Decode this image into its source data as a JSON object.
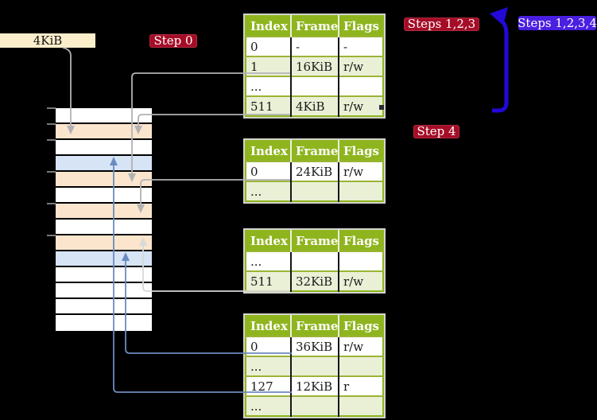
{
  "palette": {
    "background": "#000000",
    "badge_red": "#a50d27",
    "badge_blue": "#4a1fe0",
    "table_header_green": "#8fb51e",
    "table_row_green": "#eaf0d6",
    "table_border_green": "#9ab435",
    "table_rim": "#d4d4cc",
    "highlight_yellow": "#fdfc9e",
    "mem_frame_beige": "#fbeecb",
    "mem_peach": "#fce5cd",
    "mem_blue": "#d6e4f6",
    "arrow_gray": "#b2b2b5",
    "arrow_light": "#d9d9d9",
    "arrow_steelblue": "#6b8abf",
    "arrow_deep_blue": "#2209d8",
    "tick_gray": "#97979c"
  },
  "labels": {
    "frame_box": "4KiB",
    "step0": "Step 0",
    "steps123": "Steps 1,2,3",
    "steps1234": "Steps 1,2,3,4",
    "step4": "Step 4"
  },
  "page_tables": [
    {
      "headers": [
        "Index",
        "Frame",
        "Flags"
      ],
      "rows": [
        {
          "cells": [
            "0",
            "-",
            "-"
          ],
          "shade": false,
          "highlight": false
        },
        {
          "cells": [
            "1",
            "16KiB",
            "r/w"
          ],
          "shade": true,
          "highlight": false
        },
        {
          "cells": [
            "...",
            "",
            ""
          ],
          "shade": false,
          "highlight": false
        },
        {
          "cells": [
            "511",
            "4KiB",
            "r/w"
          ],
          "shade": true,
          "highlight": true
        }
      ]
    },
    {
      "headers": [
        "Index",
        "Frame",
        "Flags"
      ],
      "rows": [
        {
          "cells": [
            "0",
            "24KiB",
            "r/w"
          ],
          "shade": false,
          "highlight": false
        },
        {
          "cells": [
            "...",
            "",
            ""
          ],
          "shade": true,
          "highlight": false
        }
      ]
    },
    {
      "headers": [
        "Index",
        "Frame",
        "Flags"
      ],
      "rows": [
        {
          "cells": [
            "...",
            "",
            ""
          ],
          "shade": false,
          "highlight": false
        },
        {
          "cells": [
            "511",
            "32KiB",
            "r/w"
          ],
          "shade": true,
          "highlight": false
        }
      ]
    },
    {
      "headers": [
        "Index",
        "Frame",
        "Flags"
      ],
      "rows": [
        {
          "cells": [
            "0",
            "36KiB",
            "r/w"
          ],
          "shade": false,
          "highlight": false
        },
        {
          "cells": [
            "...",
            "",
            ""
          ],
          "shade": true,
          "highlight": false
        },
        {
          "cells": [
            "127",
            "12KiB",
            "r"
          ],
          "shade": false,
          "highlight": false
        },
        {
          "cells": [
            "...",
            "",
            ""
          ],
          "shade": true,
          "highlight": false
        }
      ]
    }
  ],
  "memory": {
    "rows": [
      "white",
      "peach",
      "white",
      "blue",
      "peach",
      "white",
      "peach",
      "white",
      "peach",
      "blue",
      "white",
      "white",
      "white",
      "white"
    ]
  }
}
